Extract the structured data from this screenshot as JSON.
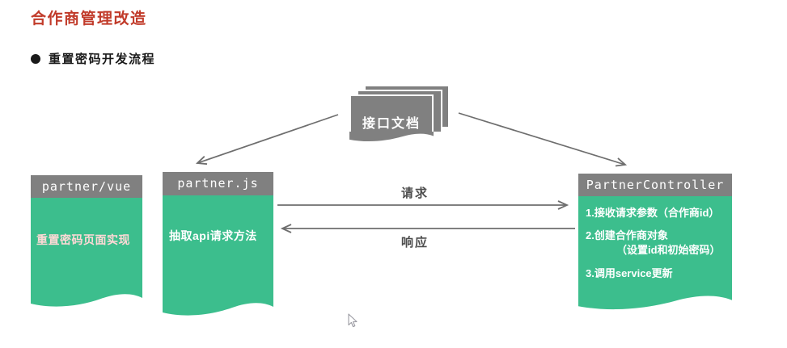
{
  "slide": {
    "title": "合作商管理改造",
    "bullet_item": "重置密码开发流程"
  },
  "diagram": {
    "doc_stack": {
      "label": "接口文档"
    },
    "cards": [
      {
        "header": "partner/vue",
        "lines": [
          "重置密码页面实现"
        ]
      },
      {
        "header": "partner.js",
        "lines": [
          "抽取api请求方法"
        ]
      },
      {
        "header": "PartnerController",
        "lines": [
          "1.接收请求参数（合作商id）",
          "2.创建合作商对象",
          "（设置id和初始密码）",
          "3.调用service更新"
        ]
      }
    ],
    "flow_labels": {
      "request": "请求",
      "response": "响应"
    }
  },
  "colors": {
    "title-red": "#c13b2a",
    "card-green": "#3cbe8d",
    "header-gray": "#808080",
    "arrow-gray": "#6e6e6e",
    "label-gray": "#4d4d4d",
    "vue-text": "#ffd9d6",
    "body-text": "#ffffff"
  }
}
